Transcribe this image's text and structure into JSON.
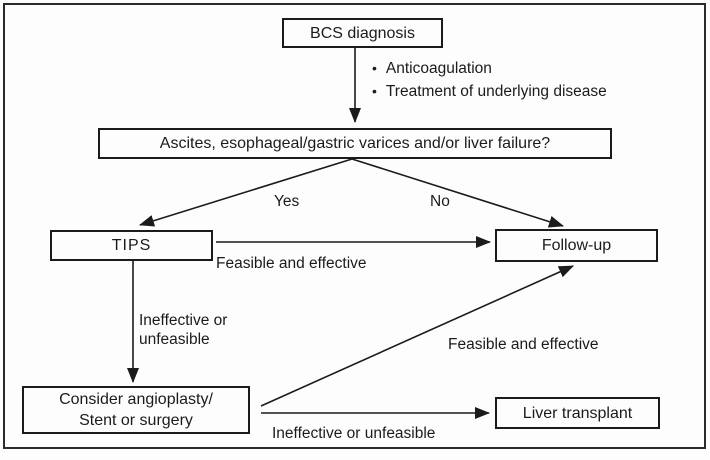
{
  "diagram": {
    "nodes": {
      "bcs": {
        "label": "BCS diagnosis"
      },
      "question": {
        "label": "Ascites, esophageal/gastric varices and/or liver failure?"
      },
      "tips": {
        "label": "TIPS"
      },
      "followup": {
        "label": "Follow-up"
      },
      "consider": {
        "line1": "Consider angioplasty/",
        "line2": "Stent or surgery"
      },
      "transplant": {
        "label": "Liver transplant"
      }
    },
    "initial_treatment": {
      "bullet_char": "•",
      "items": [
        "Anticoagulation",
        "Treatment of underlying disease"
      ]
    },
    "edge_labels": {
      "yes": "Yes",
      "no": "No",
      "tips_to_followup": "Feasible and effective",
      "tips_fail_line1": "Ineffective or",
      "tips_fail_line2": "unfeasible",
      "consider_to_followup": "Feasible and effective",
      "consider_fail": "Ineffective or unfeasible"
    },
    "colors": {
      "ink": "#1b1b1b",
      "frame": "#2b2b2b",
      "background": "#fdfdfd"
    }
  }
}
